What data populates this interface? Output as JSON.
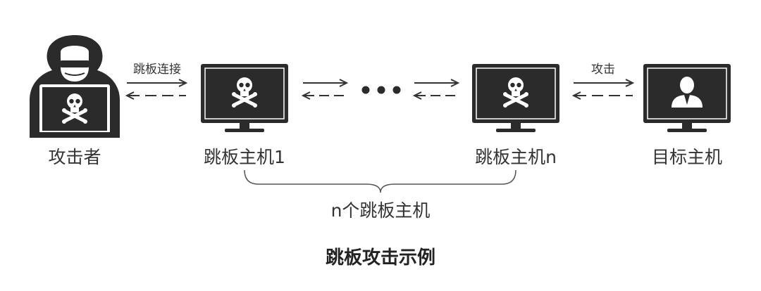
{
  "nodes": {
    "attacker": "攻击者",
    "jump_host_1": "跳板主机1",
    "jump_host_n": "跳板主机n",
    "target_host": "目标主机"
  },
  "connections": {
    "jump_connection": "跳板连接",
    "attack": "攻击"
  },
  "group_label": "n个跳板主机",
  "caption": "跳板攻击示例",
  "colors": {
    "icon": "#2b2b2b",
    "line": "#333333",
    "background": "#ffffff"
  },
  "icons": {
    "attacker": "hooded-hacker-with-laptop-icon",
    "jump_host": "monitor-with-skull-icon",
    "target_host": "monitor-with-user-icon",
    "ellipsis": "ellipsis-dots-icon"
  }
}
